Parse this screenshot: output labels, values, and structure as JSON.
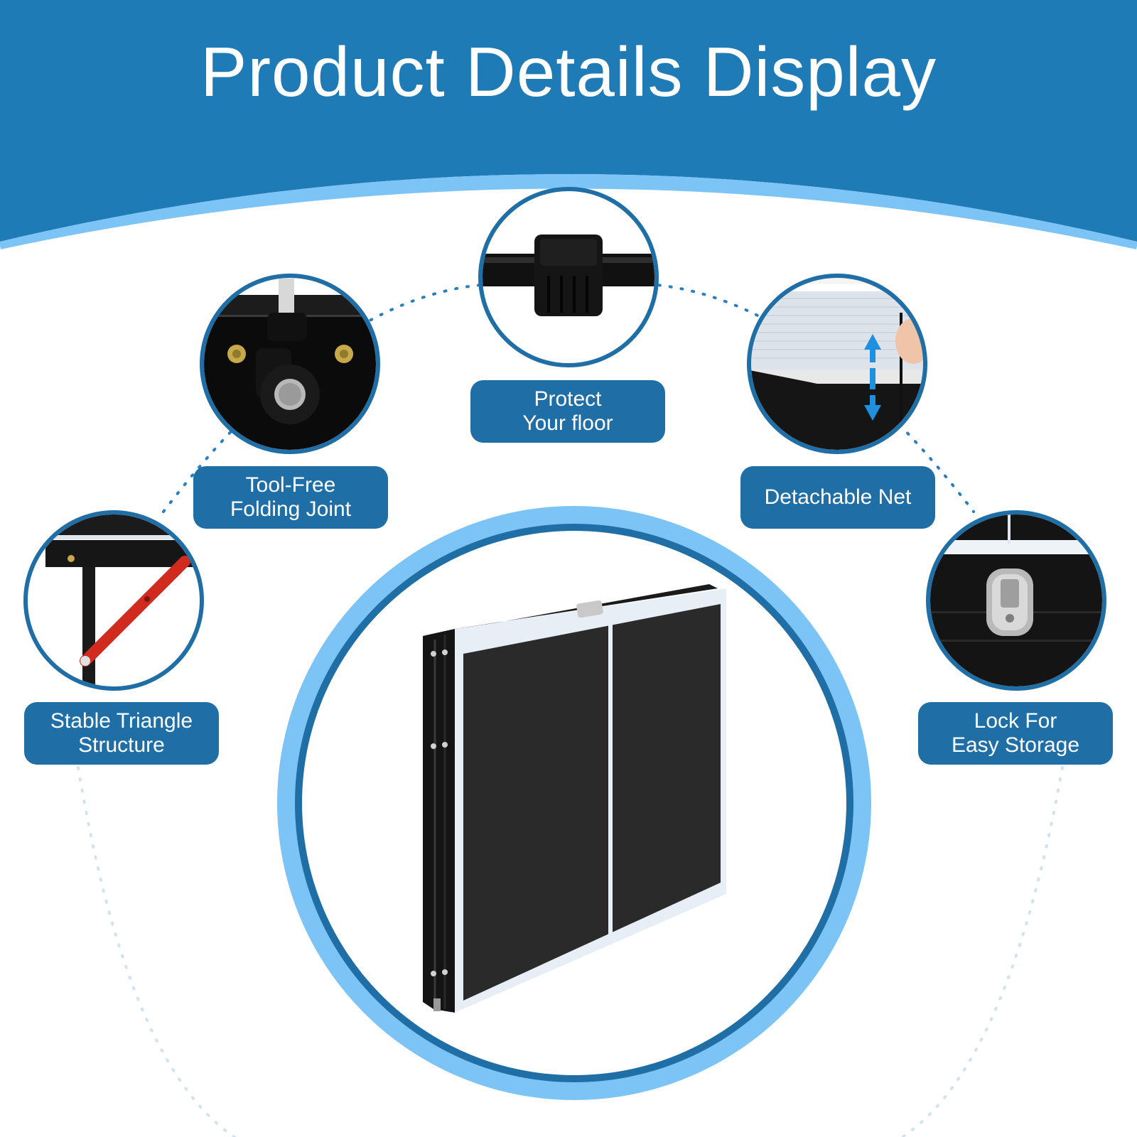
{
  "header": {
    "title": "Product Details Display"
  },
  "colors": {
    "header_blue": "#1f7bb5",
    "accent_light_blue": "#7cc4f5",
    "label_blue": "#1f6ea6",
    "ring_blue": "#1f6ea6"
  },
  "features": [
    {
      "id": "stable",
      "line1": "Stable Triangle",
      "line2": "Structure"
    },
    {
      "id": "toolfree",
      "line1": "Tool-Free",
      "line2": "Folding Joint"
    },
    {
      "id": "floor",
      "line1": "Protect",
      "line2": "Your floor"
    },
    {
      "id": "net",
      "line1": "Detachable Net",
      "line2": ""
    },
    {
      "id": "lock",
      "line1": "Lock For",
      "line2": "Easy Storage"
    }
  ]
}
